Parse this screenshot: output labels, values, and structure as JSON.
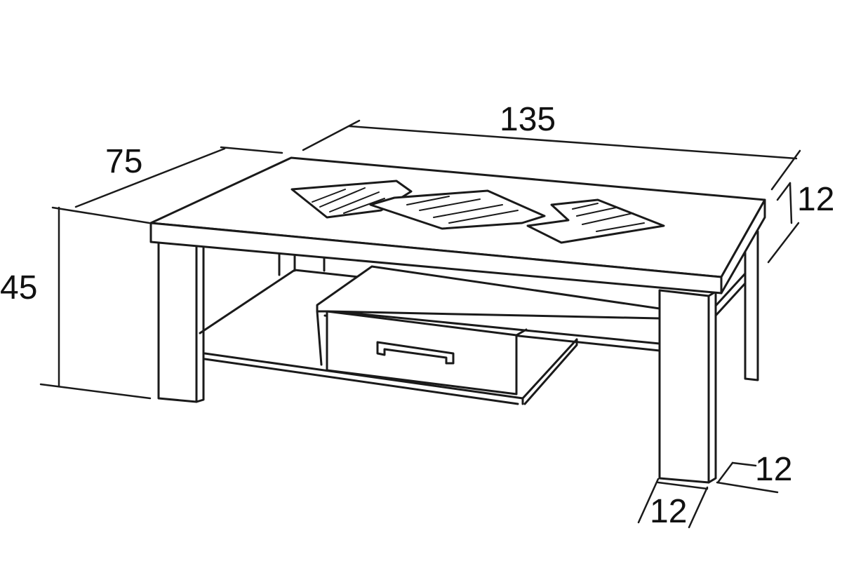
{
  "dimensions": {
    "length": "135",
    "depth": "75",
    "height": "45",
    "top_thickness": "12",
    "leg_width": "12",
    "leg_depth": "12"
  }
}
